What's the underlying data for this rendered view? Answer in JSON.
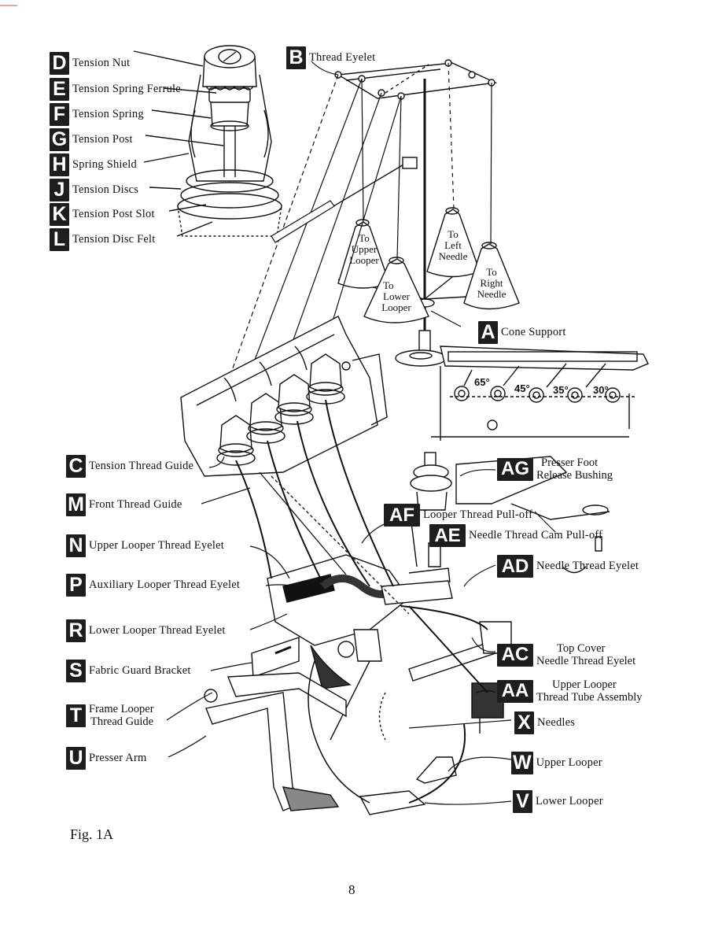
{
  "labels": {
    "D": {
      "letter": "D",
      "text": "Tension Nut"
    },
    "E": {
      "letter": "E",
      "text": "Tension Spring Ferrule"
    },
    "F": {
      "letter": "F",
      "text": "Tension Spring"
    },
    "G": {
      "letter": "G",
      "text": "Tension Post"
    },
    "H": {
      "letter": "H",
      "text": "Spring Shield"
    },
    "J": {
      "letter": "J",
      "text": "Tension Discs"
    },
    "K": {
      "letter": "K",
      "text": "Tension Post Slot"
    },
    "L": {
      "letter": "L",
      "text": "Tension Disc Felt"
    },
    "B": {
      "letter": "B",
      "text": "Thread Eyelet"
    },
    "A": {
      "letter": "A",
      "text": "Cone Support"
    },
    "C": {
      "letter": "C",
      "text": "Tension Thread Guide"
    },
    "M": {
      "letter": "M",
      "text": "Front Thread Guide"
    },
    "N": {
      "letter": "N",
      "text": "Upper Looper Thread Eyelet"
    },
    "P": {
      "letter": "P",
      "text": "Auxiliary Looper Thread Eyelet"
    },
    "R": {
      "letter": "R",
      "text": "Lower Looper Thread Eyelet"
    },
    "S": {
      "letter": "S",
      "text": "Fabric Guard Bracket"
    },
    "T": {
      "letter": "T",
      "line1": "Frame Looper",
      "line2": "Thread Guide"
    },
    "U": {
      "letter": "U",
      "text": "Presser Arm"
    },
    "AG": {
      "letter": "AG",
      "line1": "Presser Foot",
      "line2": "Release Bushing"
    },
    "AF": {
      "letter": "AF",
      "text": "Looper Thread Pull-off"
    },
    "AE": {
      "letter": "AE",
      "text": "Needle Thread Cam Pull-off"
    },
    "AD": {
      "letter": "AD",
      "text": "Needle Thread Eyelet"
    },
    "AC": {
      "letter": "AC",
      "line1": "Top Cover",
      "line2": "Needle Thread Eyelet"
    },
    "AA": {
      "letter": "AA",
      "line1": "Upper Looper",
      "line2": "Thread Tube Assembly"
    },
    "X": {
      "letter": "X",
      "text": "Needles"
    },
    "W": {
      "letter": "W",
      "text": "Upper Looper"
    },
    "V": {
      "letter": "V",
      "text": "Lower Looper"
    }
  },
  "cones": {
    "upper_looper": {
      "l1": "To",
      "l2": "Upper",
      "l3": "Looper"
    },
    "left_needle": {
      "l1": "To",
      "l2": "Left",
      "l3": "Needle"
    },
    "lower_looper": {
      "l1": "To",
      "l2": "Lower",
      "l3": "Looper"
    },
    "right_needle": {
      "l1": "To",
      "l2": "Right",
      "l3": "Needle"
    }
  },
  "angles": {
    "a65": "65°",
    "a45": "45°",
    "a35": "35°",
    "a30": "30°"
  },
  "caption": "Fig. 1A",
  "page_number": "8"
}
